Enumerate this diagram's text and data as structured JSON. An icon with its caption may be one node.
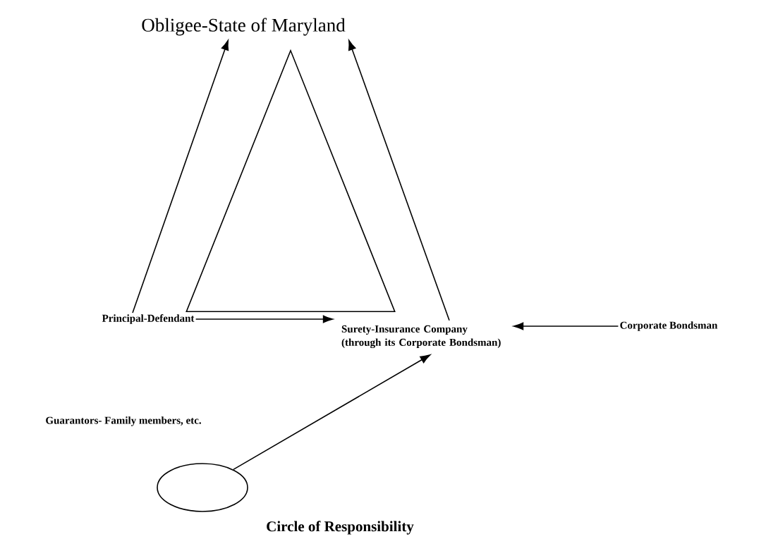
{
  "diagram": {
    "caption": "Circle of Responsibility",
    "nodes": [
      {
        "text": [
          "Obligee-State of Maryland"
        ]
      },
      {
        "text": [],
        "shape": "triangle"
      },
      {
        "text": [
          "Principal-Defendant"
        ]
      },
      {
        "text": [
          "Surety-Insurance Company (through its Corporate Bondsman)"
        ]
      },
      {
        "text": [
          "Corporate Bondsman"
        ]
      },
      {
        "text": [],
        "shape": "ellipse",
        "beside": [
          "Guarantors- Family members, etc."
        ]
      }
    ],
    "edges": [
      {
        "from": 2,
        "to": 0,
        "arrow": "to"
      },
      {
        "from": 3,
        "to": 0,
        "arrow": "to"
      },
      {
        "from": 2,
        "to": 3,
        "arrow": "to"
      },
      {
        "from": 4,
        "to": 3,
        "arrow": "to"
      },
      {
        "from": 5,
        "to": 3,
        "arrow": "to"
      }
    ]
  }
}
